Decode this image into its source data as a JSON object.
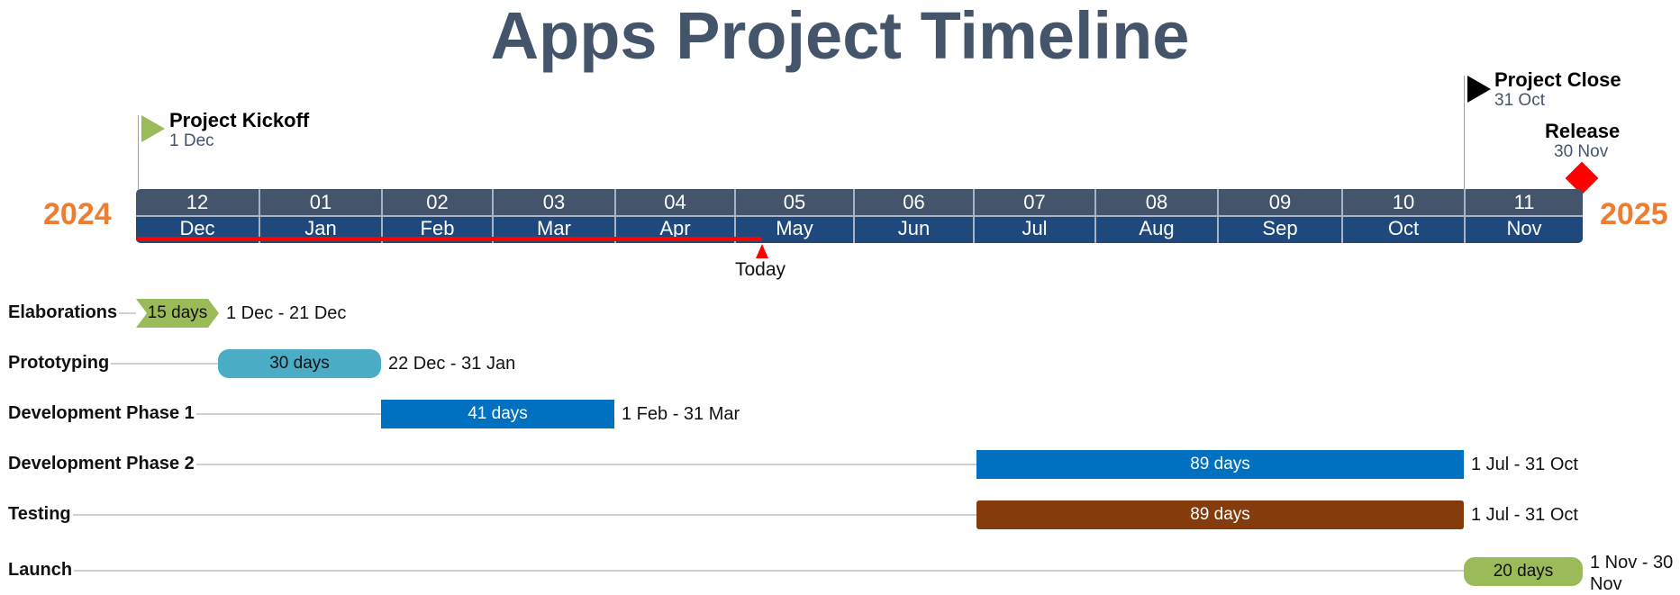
{
  "title": "Apps Project Timeline",
  "years": {
    "start": "2024",
    "end": "2025"
  },
  "timescale": {
    "months": [
      {
        "num": "12",
        "name": "Dec"
      },
      {
        "num": "01",
        "name": "Jan"
      },
      {
        "num": "02",
        "name": "Feb"
      },
      {
        "num": "03",
        "name": "Mar"
      },
      {
        "num": "04",
        "name": "Apr"
      },
      {
        "num": "05",
        "name": "May"
      },
      {
        "num": "06",
        "name": "Jun"
      },
      {
        "num": "07",
        "name": "Jul"
      },
      {
        "num": "08",
        "name": "Aug"
      },
      {
        "num": "09",
        "name": "Sep"
      },
      {
        "num": "10",
        "name": "Oct"
      },
      {
        "num": "11",
        "name": "Nov"
      }
    ]
  },
  "today": {
    "label": "Today"
  },
  "milestones": [
    {
      "title": "Project Kickoff",
      "date": "1 Dec",
      "shape": "flag",
      "color": "#9bbb59"
    },
    {
      "title": "Project Close",
      "date": "31 Oct",
      "shape": "flag",
      "color": "#000000"
    },
    {
      "title": "Release",
      "date": "30 Nov",
      "shape": "diamond",
      "color": "#ff0000"
    }
  ],
  "tasks": [
    {
      "name": "Elaborations",
      "duration": "15 days",
      "dates": "1 Dec - 21 Dec",
      "color": "#9bbb59",
      "text_color": "#111111",
      "shape": "chevron"
    },
    {
      "name": "Prototyping",
      "duration": "30 days",
      "dates": "22 Dec - 31 Jan",
      "color": "#4bacc6",
      "text_color": "#111111",
      "shape": "rounded"
    },
    {
      "name": "Development Phase 1",
      "duration": "41 days",
      "dates": "1 Feb - 31 Mar",
      "color": "#0070c0",
      "text_color": "#ffffff",
      "shape": "rect"
    },
    {
      "name": "Development Phase 2",
      "duration": "89 days",
      "dates": "1 Jul - 31 Oct",
      "color": "#0070c0",
      "text_color": "#ffffff",
      "shape": "rect"
    },
    {
      "name": "Testing",
      "duration": "89 days",
      "dates": "1 Jul - 31 Oct",
      "color": "#843c0c",
      "text_color": "#ffffff",
      "shape": "rect-rounded"
    },
    {
      "name": "Launch",
      "duration": "20 days",
      "dates": "1 Nov - 30 Nov",
      "color": "#9bbb59",
      "text_color": "#111111",
      "shape": "rounded"
    }
  ]
}
